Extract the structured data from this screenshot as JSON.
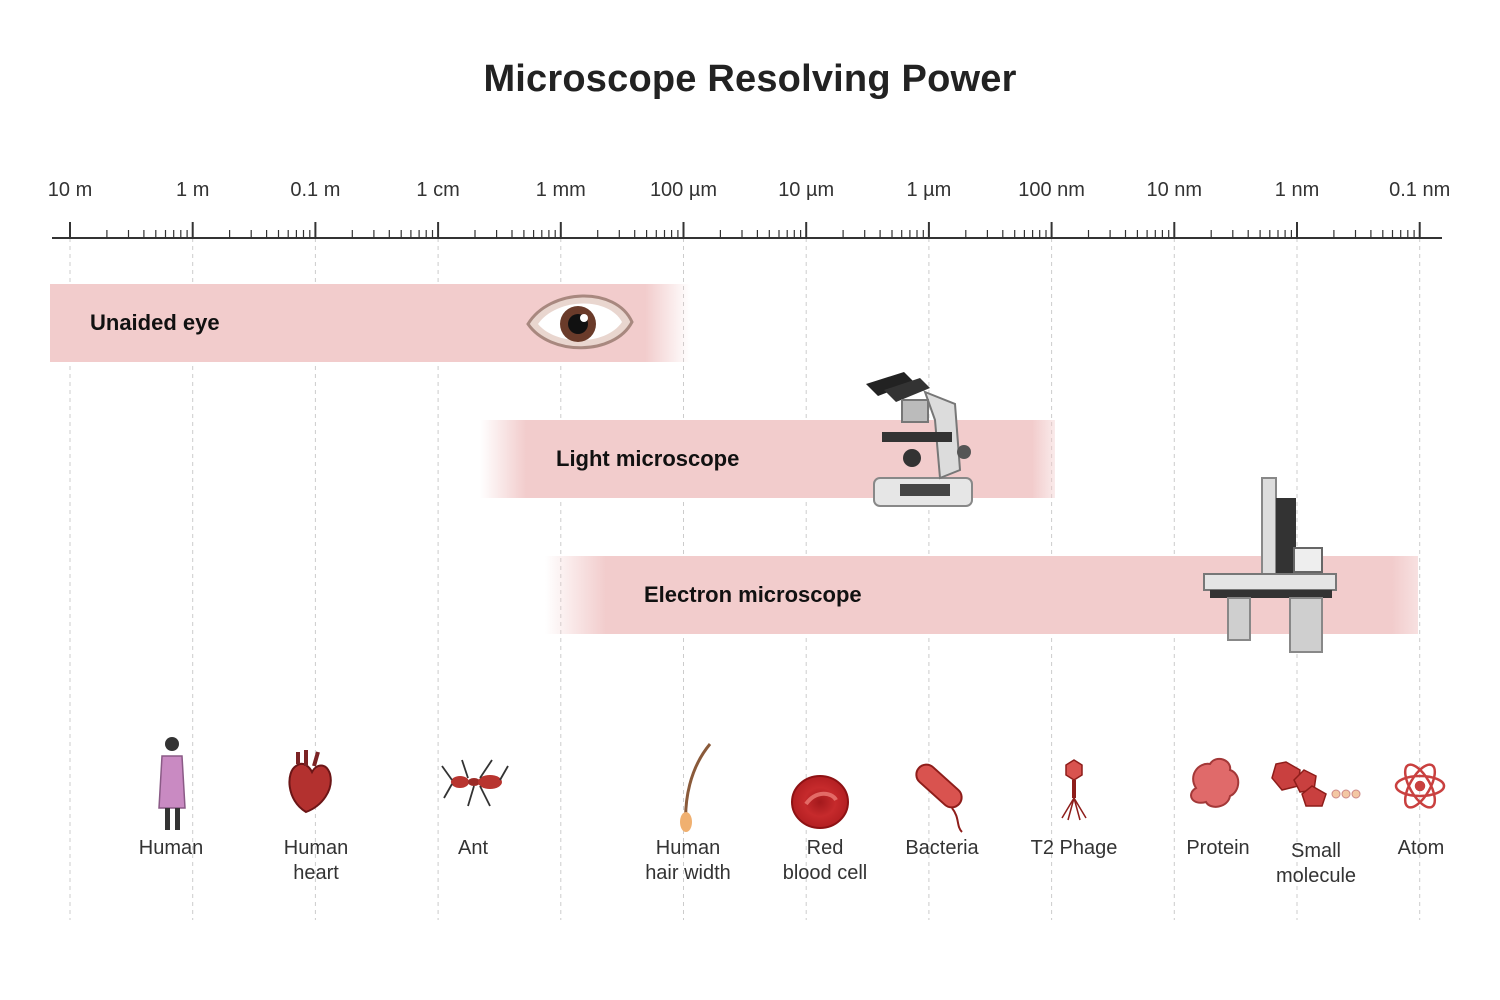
{
  "title": "Microscope Resolving Power",
  "colors": {
    "band": "#f2cccc",
    "axis": "#333333",
    "grid": "#cccccc",
    "object_red": "#c9403f"
  },
  "scale": {
    "tick_labels": [
      "10 m",
      "1 m",
      "0.1 m",
      "1 cm",
      "1 mm",
      "100 µm",
      "10 µm",
      "1 µm",
      "100 nm",
      "10 nm",
      "1 nm",
      "0.1 nm"
    ]
  },
  "bands": [
    {
      "label": "Unaided eye",
      "from": "10 m",
      "to": "100 µm",
      "icon": "eye-icon"
    },
    {
      "label": "Light microscope",
      "from": "1 cm",
      "to": "100 nm",
      "icon": "light-microscope-icon"
    },
    {
      "label": "Electron microscope",
      "from": "1 mm",
      "to": "0.1 nm",
      "icon": "electron-microscope-icon"
    }
  ],
  "objects": [
    {
      "line1": "Human",
      "line2": "",
      "icon": "human-icon"
    },
    {
      "line1": "Human",
      "line2": "heart",
      "icon": "heart-icon"
    },
    {
      "line1": "Ant",
      "line2": "",
      "icon": "ant-icon"
    },
    {
      "line1": "Human",
      "line2": "hair width",
      "icon": "hair-icon"
    },
    {
      "line1": "Red",
      "line2": "blood cell",
      "icon": "red-blood-cell-icon"
    },
    {
      "line1": "Bacteria",
      "line2": "",
      "icon": "bacteria-icon"
    },
    {
      "line1": "T2 Phage",
      "line2": "",
      "icon": "phage-icon"
    },
    {
      "line1": "Protein",
      "line2": "",
      "icon": "protein-icon"
    },
    {
      "line1": "Small",
      "line2": "molecule",
      "icon": "small-molecule-icon"
    },
    {
      "line1": "Atom",
      "line2": "",
      "icon": "atom-icon"
    }
  ]
}
